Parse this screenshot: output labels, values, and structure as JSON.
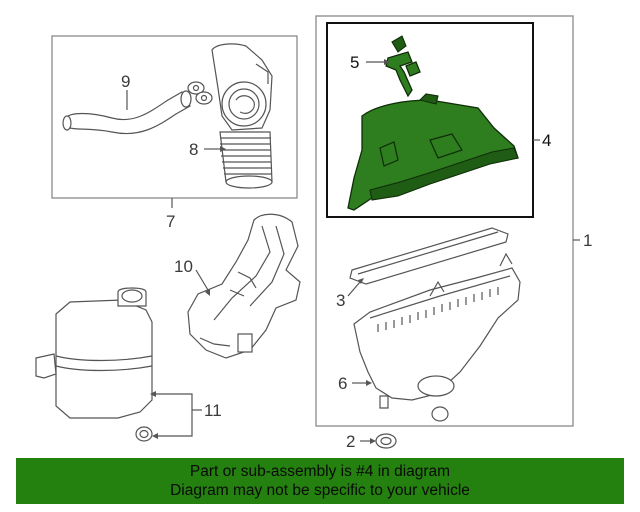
{
  "diagram": {
    "callouts": {
      "c1": "1",
      "c2": "2",
      "c3": "3",
      "c4": "4",
      "c5": "5",
      "c6": "6",
      "c7": "7",
      "c8": "8",
      "c9": "9",
      "c10": "10",
      "c11": "11"
    },
    "highlight_color": "#2e7d1f"
  },
  "banner": {
    "line1": "Part or sub-assembly is #4 in diagram",
    "line2": "Diagram may not be specific to your vehicle",
    "background": "#24800f"
  }
}
